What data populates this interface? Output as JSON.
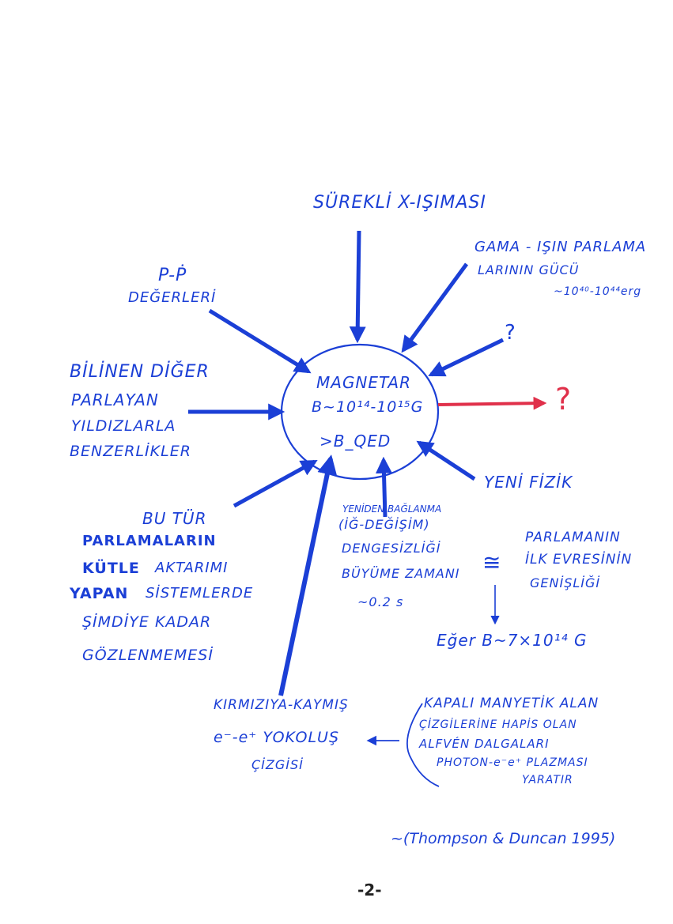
{
  "colors": {
    "ink": "#1b3fd6",
    "accent": "#e0304a",
    "page": "#ffffff"
  },
  "center": {
    "title": "MAGNETAR",
    "field": "B~10¹⁴-10¹⁵G",
    "qed": ">B_QED"
  },
  "labels": {
    "surekli": "SÜREKLİ X-IŞIMASI",
    "gama_line1": "GAMA - IŞIN PARLAMA",
    "gama_line2": "LARININ GÜCÜ",
    "gama_line3": "~10⁴⁰-10⁴⁴erg",
    "pp_line1": "P-Ṗ",
    "pp_line2": "DEĞERLERİ",
    "question_top": "?",
    "question_right": "?",
    "bilinen_line1": "BİLİNEN DİĞER",
    "bilinen_line2": "PARLAYAN",
    "bilinen_line3": "YILDIZLARLA",
    "bilinen_line4": "BENZERLİKLER",
    "yeni": "YENİ FİZİK",
    "butur_line1": "BU TÜR",
    "butur_line2": "PARLAMALARIN",
    "butur_line3a": "KÜTLE",
    "butur_line3b": "AKTARIMI",
    "butur_line4a": "YAPAN",
    "butur_line4b": "SİSTEMLERDE",
    "butur_line5": "ŞİMDİYE KADAR",
    "butur_line6": "GÖZLENMEMESİ",
    "yeniden_line1": "YENİDEN BAĞLANMA",
    "yeniden_line2": "(İĞ-DEĞİŞİM)",
    "yeniden_line3": "DENGESİZLİĞİ",
    "yeniden_line4": "BÜYÜME ZAMANI",
    "yeniden_line5": "~0.2 s",
    "approx": "≅",
    "parlamanin_line1": "PARLAMANIN",
    "parlamanin_line2": "İLK EVRESİNİN",
    "parlamanin_line3": "GENİŞLİĞİ",
    "eger": "Eğer B~7×10¹⁴ G",
    "kirmizi_line1": "KIRMIZIYA-KAYMIŞ",
    "kirmizi_line2": "e⁻-e⁺ YOKOLUŞ",
    "kirmizi_line3": "ÇİZGİSİ",
    "kapali_line1": "KAPALI MANYETİK ALAN",
    "kapali_line2": "ÇİZGİLERİNE HAPİS OLAN",
    "kapali_line3": "ALFVÉN DALGALARI",
    "kapali_line4": "PHOTON-e⁻e⁺ PLAZMASI",
    "kapali_line5": "YARATIR",
    "reference": "~(Thompson & Duncan 1995)"
  },
  "page_number": "-2-"
}
